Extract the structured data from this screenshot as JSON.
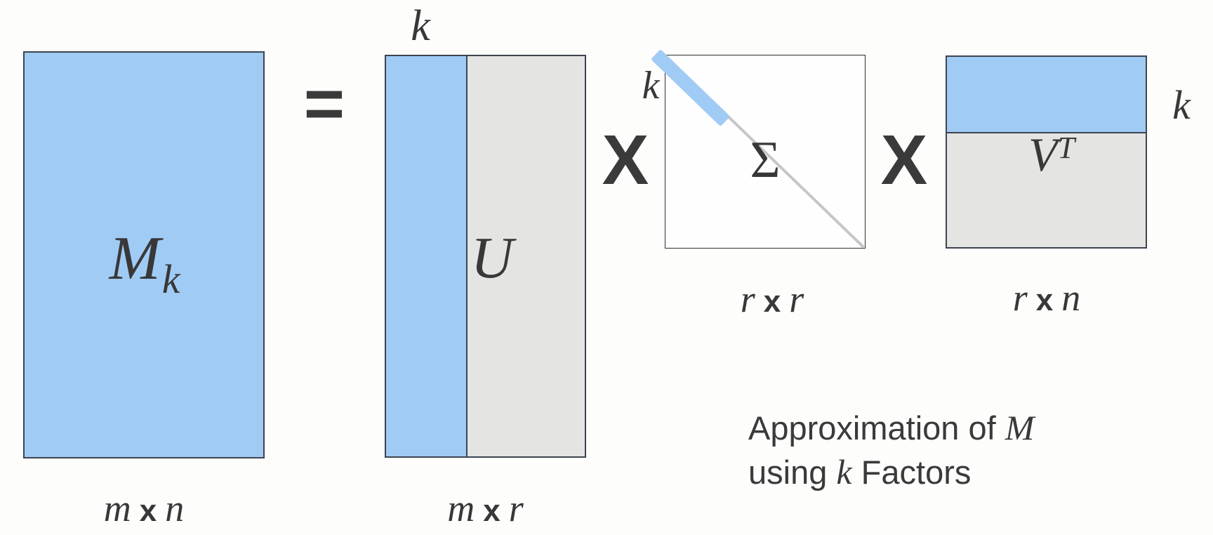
{
  "colors": {
    "highlight_blue": "#a0cbf4",
    "matrix_gray": "#e4e4e2",
    "rect_border": "#3d4450",
    "diagonal_gray": "#c6c6c6",
    "text": "#383838",
    "background": "#fdfdfc"
  },
  "operators": {
    "equals": "=",
    "times": "X"
  },
  "matrices": {
    "m": {
      "name": "M",
      "sub": "k",
      "dim": [
        "m",
        "x",
        "n"
      ]
    },
    "u": {
      "name": "U",
      "top_label": "k",
      "dim": [
        "m",
        "x",
        "r"
      ]
    },
    "sigma": {
      "name": "Σ",
      "side_label": "k",
      "dim": [
        "r",
        "x",
        "r"
      ]
    },
    "vt": {
      "name": "V",
      "sup": "T",
      "side_label": "k",
      "dim": [
        "r",
        "x",
        "n"
      ]
    }
  },
  "caption": {
    "line1_text": "Approximation of ",
    "line1_math": "M",
    "line2_text": "using ",
    "line2_math": "k",
    "line2_suffix": " Factors"
  }
}
